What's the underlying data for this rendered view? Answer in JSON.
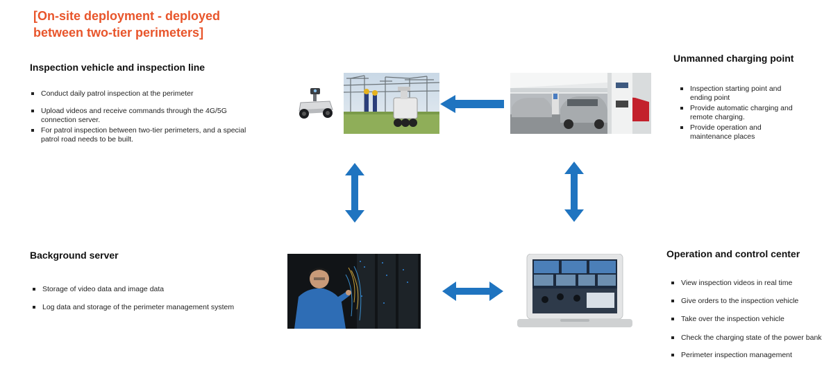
{
  "title": "[On-site deployment - deployed between two-tier perimeters]",
  "sections": {
    "vehicle": {
      "heading": "Inspection vehicle and inspection line",
      "items": [
        "Conduct daily patrol inspection at the perimeter",
        "Upload videos and receive commands through the 4G/5G connection server.",
        "For patrol inspection between two-tier perimeters, and a special patrol road needs to be built."
      ]
    },
    "charging": {
      "heading": "Unmanned charging point",
      "items": [
        "Inspection starting point and ending point",
        "Provide automatic charging and remote charging.",
        "Provide operation and maintenance places"
      ]
    },
    "server": {
      "heading": "Background server",
      "items": [
        "Storage of video data and image data",
        "Log data and storage of the perimeter management system"
      ]
    },
    "control": {
      "heading": "Operation and control center",
      "items": [
        "View inspection videos in real time",
        "Give orders to the inspection vehicle",
        "Take over the inspection vehicle",
        "Check the charging state of the power bank",
        "Perimeter inspection management"
      ]
    }
  },
  "colors": {
    "title": "#e8552b",
    "arrow": "#1f74c0"
  },
  "icons": {
    "robot": "inspection-robot-icon",
    "arrows": "double-arrow-icon"
  }
}
